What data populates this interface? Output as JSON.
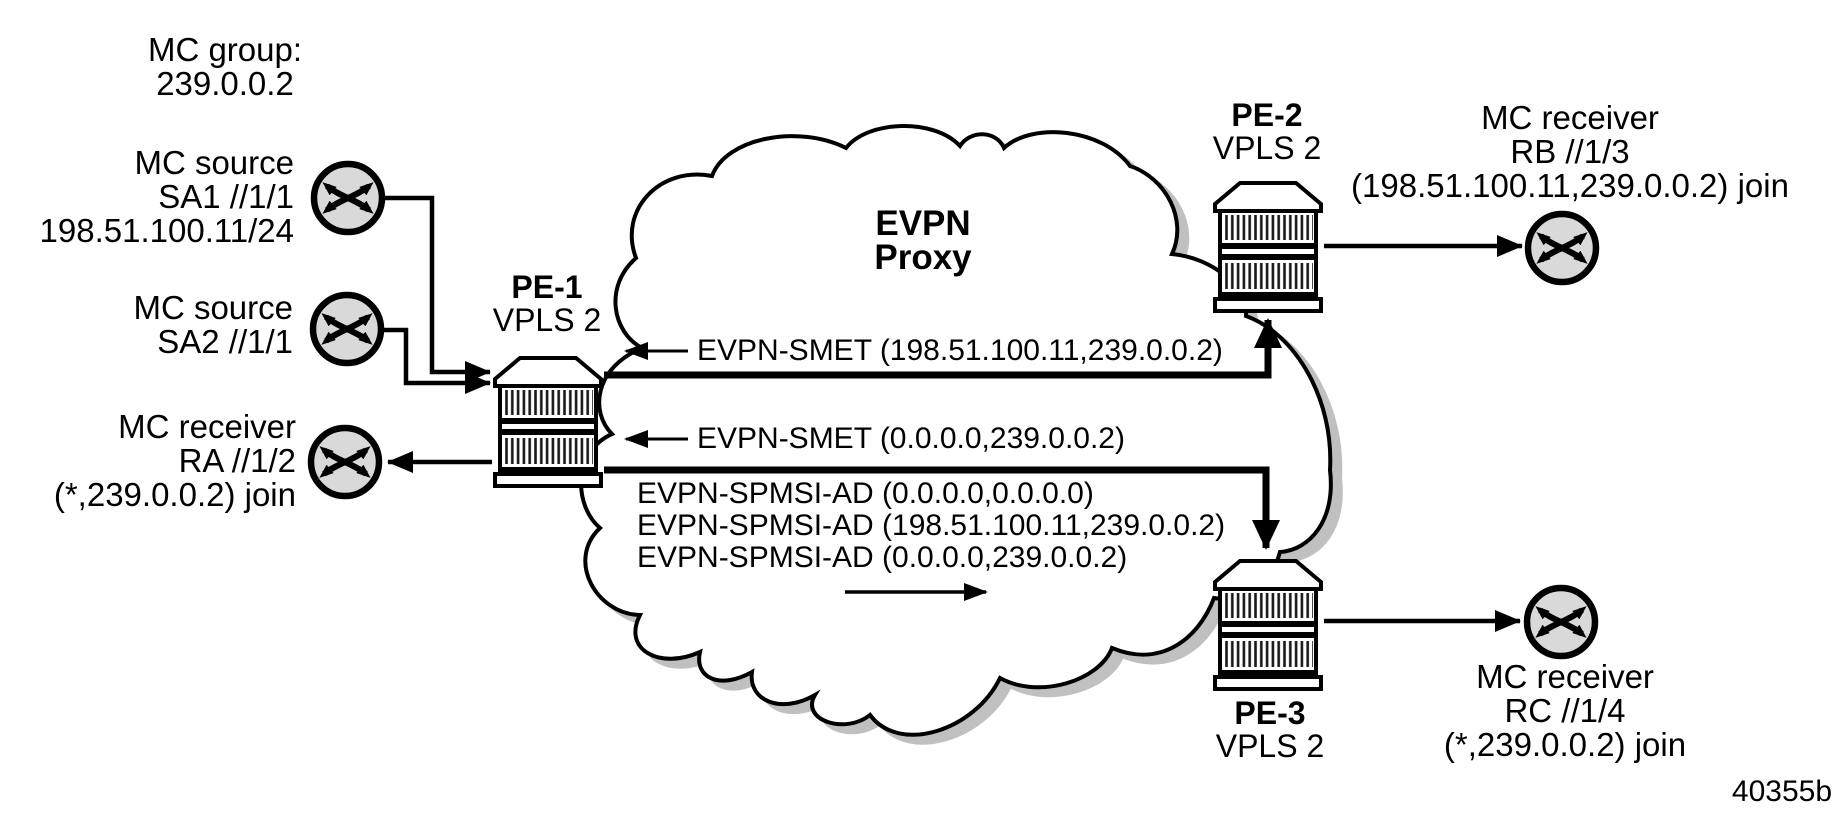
{
  "figure": {
    "label": "EVPN Proxy",
    "code": "40355b"
  },
  "nodes": {
    "mc_group": {
      "text": "MC group:\n239.0.0.2"
    },
    "sa1": {
      "text": "MC source\nSA1 //1/1\n198.51.100.11/24",
      "icon": "router-circle-icon"
    },
    "sa2": {
      "text": "MC source\nSA2 //1/1",
      "icon": "router-circle-icon"
    },
    "ra": {
      "text": "MC receiver\nRA //1/2\n(*,239.0.0.2) join",
      "icon": "router-circle-icon"
    },
    "rb": {
      "text": "MC receiver\nRB //1/3\n(198.51.100.11,239.0.0.2) join",
      "icon": "router-circle-icon"
    },
    "rc": {
      "text": "MC receiver\nRC //1/4\n(*,239.0.0.2) join",
      "icon": "router-circle-icon"
    },
    "pe1": {
      "name": "PE-1",
      "service": "VPLS 2",
      "icon": "pe-router-icon"
    },
    "pe2": {
      "name": "PE-2",
      "service": "VPLS 2",
      "icon": "pe-router-icon"
    },
    "pe3": {
      "name": "PE-3",
      "service": "VPLS 2",
      "icon": "pe-router-icon"
    }
  },
  "messages": {
    "smet_source": "EVPN-SMET (198.51.100.11,239.0.0.2)",
    "smet_star": "EVPN-SMET (0.0.0.0,239.0.0.2)",
    "spmsi_block": "EVPN-SPMSI-AD (0.0.0.0,0.0.0.0)\nEVPN-SPMSI-AD (198.51.100.11,239.0.0.2)\nEVPN-SPMSI-AD (0.0.0.0,239.0.0.2)"
  },
  "colors": {
    "stroke": "#000000",
    "icon_fill": "#d9d9d9",
    "cloud_shadow": "#c0c0c0",
    "background": "#ffffff"
  }
}
